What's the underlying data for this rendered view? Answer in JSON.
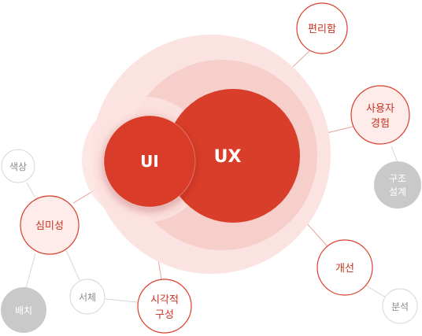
{
  "colors": {
    "primary": "#d93e2a",
    "primary_dark": "#c93424",
    "halo_outer": "#fbe3e1",
    "halo_mid": "#f6cfcb",
    "halo_inner": "#efb9b4",
    "node_light_fill": "#fdecea",
    "node_white_fill": "#ffffff",
    "node_gray_fill": "#c9c9c9",
    "line_red": "#e8a19a",
    "line_gray": "#d6d6d6",
    "text_red": "#c8321f",
    "text_gray": "#8a8a8a",
    "text_white": "#ffffff"
  },
  "core": {
    "ux_label": "UX",
    "ui_label": "UI"
  },
  "nodes": {
    "convenience": "편리함",
    "user_experience": [
      "사용자",
      "경험"
    ],
    "structure_design": [
      "구조",
      "설계"
    ],
    "improvement": "개선",
    "analysis": "분석",
    "aesthetics": "심미성",
    "color": "색상",
    "typeface": "서체",
    "layout": "배치",
    "visual_composition": [
      "시각적",
      "구성"
    ]
  }
}
